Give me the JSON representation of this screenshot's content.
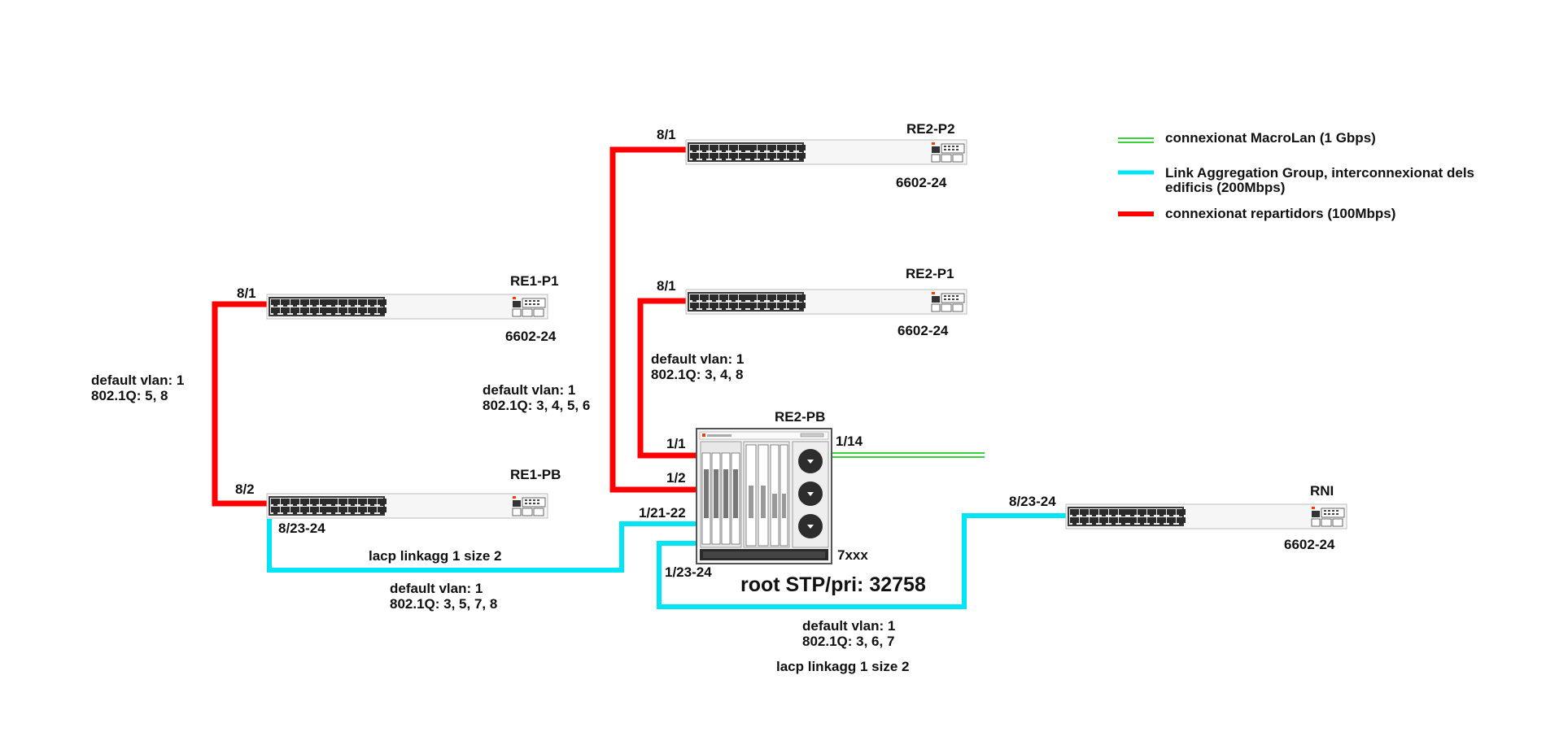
{
  "legend": {
    "macrolan": {
      "label": "connexionat MacroLan (1 Gbps)",
      "color": "#3cd23c"
    },
    "lag": {
      "label_line1": "Link Aggregation Group, interconnexionat dels",
      "label_line2": "edificis (200Mbps)",
      "color": "#00e5f5"
    },
    "repartidors": {
      "label": "connexionat repartidors (100Mbps)",
      "color": "#ff0000"
    }
  },
  "devices": {
    "re1p1": {
      "name": "RE1-P1",
      "model": "6602-24"
    },
    "re1pb": {
      "name": "RE1-PB"
    },
    "re2p2": {
      "name": "RE2-P2",
      "model": "6602-24"
    },
    "re2p1": {
      "name": "RE2-P1",
      "model": "6602-24"
    },
    "re2pb": {
      "name": "RE2-PB",
      "model": "7xxx"
    },
    "rni": {
      "name": "RNI",
      "model": "6602-24"
    }
  },
  "ports": {
    "re1p1_8_1": "8/1",
    "re1pb_8_2": "8/2",
    "re1pb_8_23_24": "8/23-24",
    "re2p2_8_1": "8/1",
    "re2p1_8_1": "8/1",
    "re2pb_1_1": "1/1",
    "re2pb_1_2": "1/2",
    "re2pb_1_14": "1/14",
    "re2pb_1_21_22": "1/21-22",
    "re2pb_1_23_24": "1/23-24",
    "rni_8_23_24": "8/23-24"
  },
  "link_labels": {
    "re1": {
      "vlan": "default vlan: 1",
      "dot1q": "802.1Q: 5, 8"
    },
    "re2p2": {
      "vlan": "default vlan: 1",
      "dot1q": "802.1Q: 3, 4, 5, 6"
    },
    "re2p1": {
      "vlan": "default vlan: 1",
      "dot1q": "802.1Q: 3, 4, 8"
    },
    "lag_re1": {
      "lacp": "lacp linkagg 1 size 2",
      "vlan": "default vlan: 1",
      "dot1q": "802.1Q: 3, 5, 7, 8"
    },
    "lag_rni": {
      "vlan": "default vlan: 1",
      "dot1q": "802.1Q: 3, 6, 7",
      "lacp": "lacp linkagg 1 size 2"
    }
  },
  "stp": "root STP/pri: 32758"
}
